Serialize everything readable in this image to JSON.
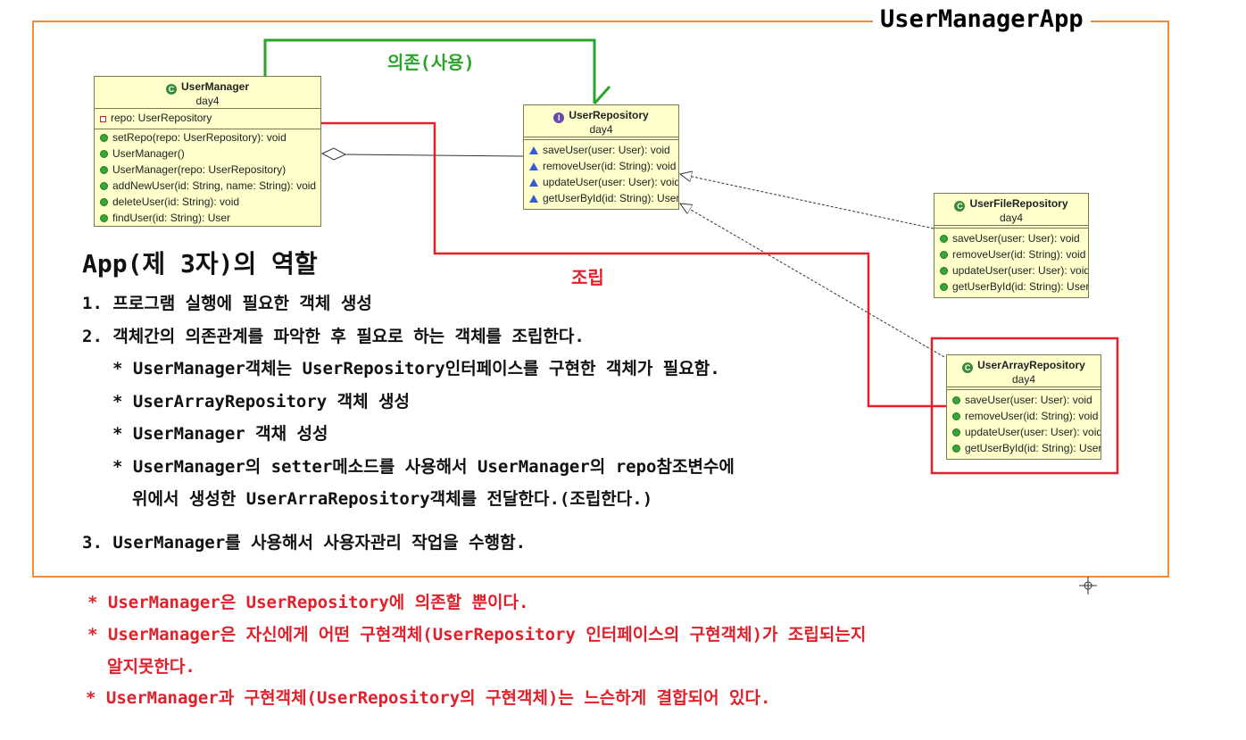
{
  "frame": {
    "title": "UserManagerApp"
  },
  "colors": {
    "frame": "#f08a3c",
    "dependency": "#2aa52a",
    "assembly": "#e0202a",
    "umlFill": "#ffffcc"
  },
  "labels": {
    "dependency": "의존(사용)",
    "assembly": "조립"
  },
  "classes": {
    "userManager": {
      "name": "UserManager",
      "package": "day4",
      "attributes": [
        "repo: UserRepository"
      ],
      "operations": [
        "setRepo(repo: UserRepository): void",
        "UserManager()",
        "UserManager(repo: UserRepository)",
        "addNewUser(id: String, name: String): void",
        "deleteUser(id: String): void",
        "findUser(id: String): User"
      ]
    },
    "userRepository": {
      "name": "UserRepository",
      "package": "day4",
      "operations": [
        "saveUser(user: User): void",
        "removeUser(id: String): void",
        "updateUser(user: User): void",
        "getUserById(id: String): User"
      ]
    },
    "userFileRepository": {
      "name": "UserFileRepository",
      "package": "day4",
      "operations": [
        "saveUser(user: User): void",
        "removeUser(id: String): void",
        "updateUser(user: User): void",
        "getUserById(id: String): User"
      ]
    },
    "userArrayRepository": {
      "name": "UserArrayRepository",
      "package": "day4",
      "operations": [
        "saveUser(user: User): void",
        "removeUser(id: String): void",
        "updateUser(user: User): void",
        "getUserById(id: String): User"
      ]
    }
  },
  "text": {
    "heading": "App(제 3자)의 역할",
    "l1": "1. 프로그램 실행에 필요한 객체 생성",
    "l2": "2. 객체간의 의존관계를 파악한 후 필요로 하는 객체를 조립한다.",
    "l2a": "* UserManager객체는 UserRepository인터페이스를 구현한 객체가 필요함.",
    "l2b": "* UserArrayRepository 객체 생성",
    "l2c": "* UserManager 객채 성성",
    "l2d": "* UserManager의 setter메소드를 사용해서 UserManager의 repo참조변수에",
    "l2e": "위에서 생성한 UserArraRepository객체를 전달한다.(조립한다.)",
    "l3": "3. UserManager를 사용해서 사용자관리 작업을 수행함.",
    "n1": "* UserManager은 UserRepository에 의존할 뿐이다.",
    "n2": "* UserManager은 자신에게 어떤 구현객체(UserRepository 인터페이스의 구현객체)가 조립되는지",
    "n2b": "알지못한다.",
    "n3": "* UserManager과 구현객체(UserRepository의 구현객체)는 느슨하게 결합되어 있다."
  }
}
